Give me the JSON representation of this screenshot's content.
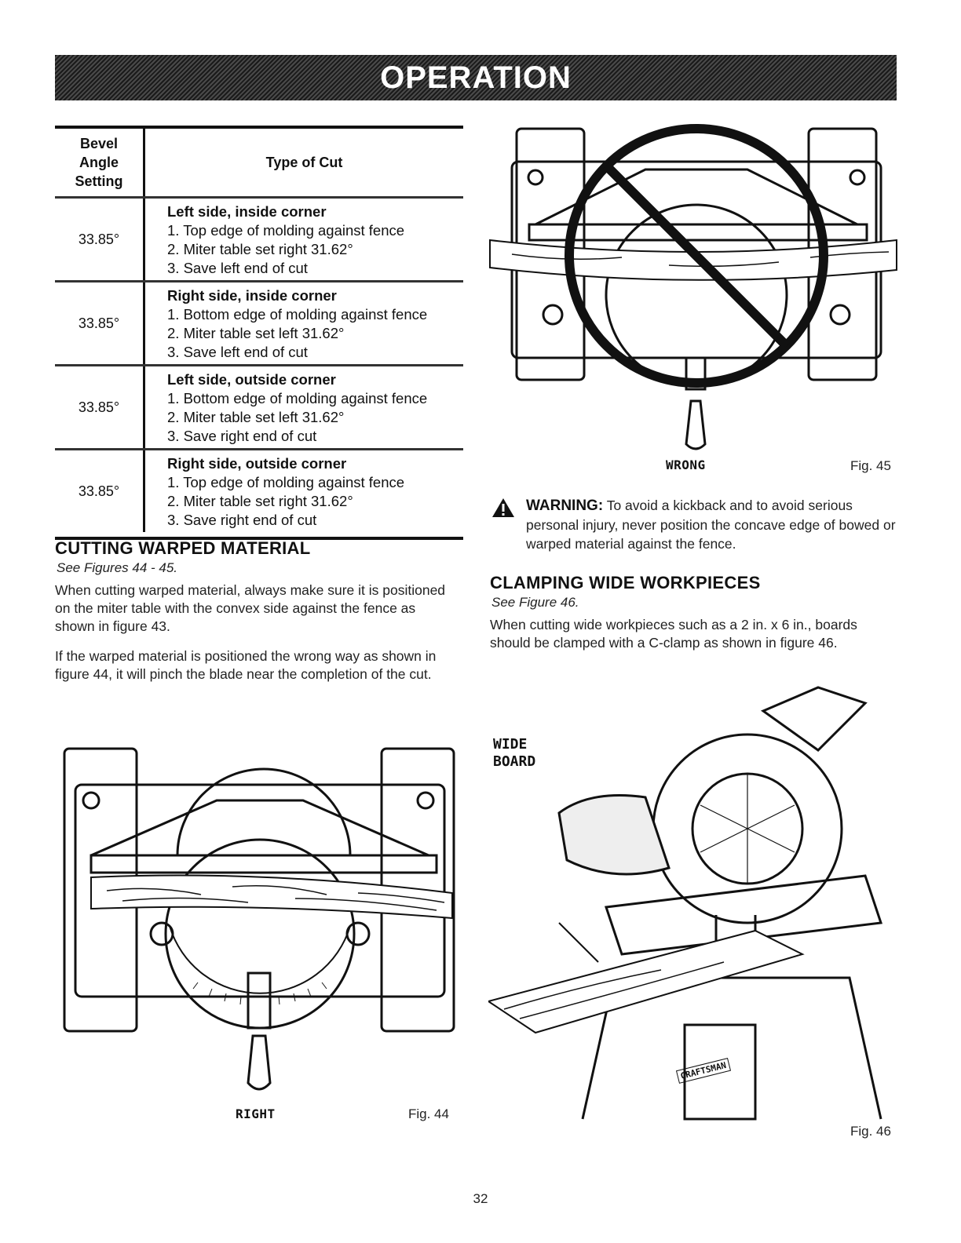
{
  "header": {
    "title": "OPERATION"
  },
  "table": {
    "headers": {
      "angle": "Bevel Angle Setting",
      "angle_lines": [
        "Bevel",
        "Angle",
        "Setting"
      ],
      "type": "Type of Cut"
    },
    "rows": [
      {
        "angle": "33.85°",
        "title": "Left side, inside corner",
        "steps": [
          "1. Top edge of molding against fence",
          "2. Miter table set right 31.62°",
          "3. Save left end of cut"
        ]
      },
      {
        "angle": "33.85°",
        "title": "Right side, inside corner",
        "steps": [
          "1. Bottom edge of molding against fence",
          "2. Miter table set left 31.62°",
          "3. Save left end of cut"
        ]
      },
      {
        "angle": "33.85°",
        "title": "Left side, outside corner",
        "steps": [
          "1. Bottom edge of molding against fence",
          "2. Miter table set left 31.62°",
          "3. Save right end of cut"
        ]
      },
      {
        "angle": "33.85°",
        "title": "Right side, outside corner",
        "steps": [
          "1. Top edge of molding against fence",
          "2. Miter table set right 31.62°",
          "3. Save right end of cut"
        ]
      }
    ]
  },
  "warped": {
    "heading": "CUTTING WARPED MATERIAL",
    "see": "See Figures 44 - 45.",
    "p1": "When cutting warped material, always make sure it is positioned on the miter table with the convex side against the fence as shown in figure 43.",
    "p2": "If the warped material is positioned the wrong way as shown in figure 44, it will pinch the blade near the completion of the cut."
  },
  "fig44": {
    "label": "RIGHT",
    "number": "Fig. 44"
  },
  "fig45": {
    "label": "WRONG",
    "number": "Fig. 45"
  },
  "warning": {
    "label": "WARNING:",
    "text": "To avoid a kickback and to avoid serious personal injury, never position the concave edge of bowed or warped material against the fence."
  },
  "clamping": {
    "heading": "CLAMPING WIDE WORKPIECES",
    "see": "See Figure 46.",
    "p1": "When cutting wide workpieces such as a 2 in. x 6 in., boards should be clamped with a C-clamp as shown in figure 46."
  },
  "fig46": {
    "callout_line1": "WIDE",
    "callout_line2": "BOARD",
    "number": "Fig. 46",
    "brand": "CRAFTSMAN"
  },
  "page_number": "32"
}
